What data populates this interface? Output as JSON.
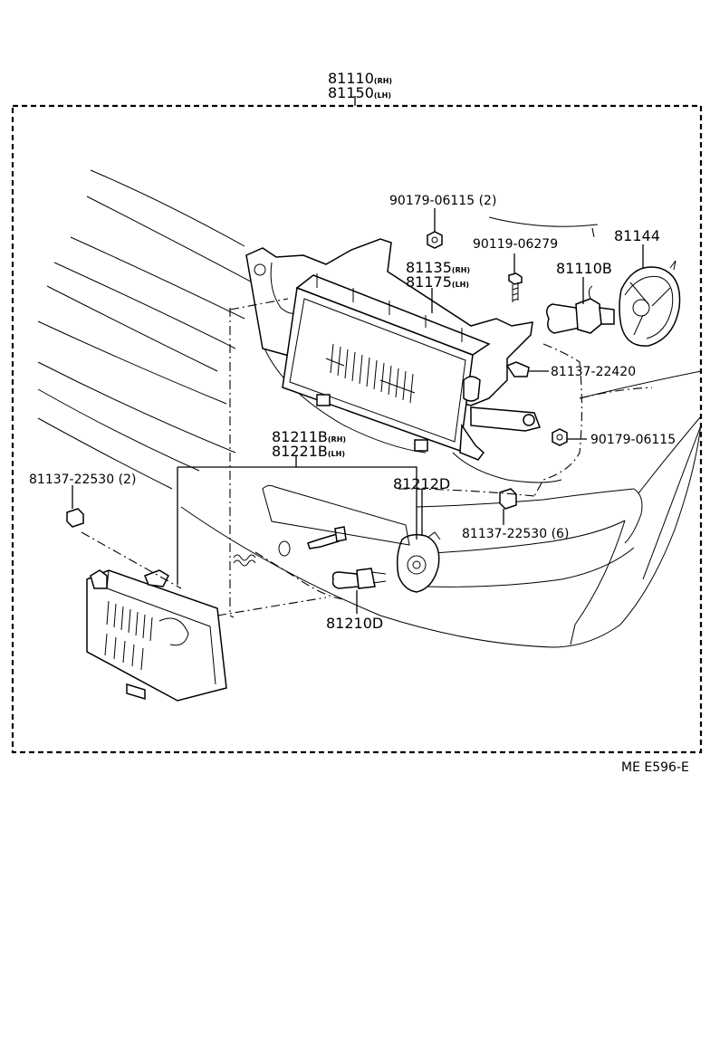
{
  "diagram": {
    "assembly": {
      "rh_code": "81110",
      "rh_suffix": "(RH)",
      "lh_code": "81150",
      "lh_suffix": "(LH)"
    },
    "parts": {
      "nut_top": "90179-06115 (2)",
      "screw": "90119-06279",
      "socket_cover": "81144",
      "bulb_main": "81110B",
      "unit_rh_code": "81135",
      "unit_rh_suffix": "(RH)",
      "unit_lh_code": "81175",
      "unit_lh_suffix": "(LH)",
      "clip_right": "81137-22420",
      "nut_right": "90179-06115",
      "lamp_rh_code": "81211B",
      "lamp_rh_suffix": "(RH)",
      "lamp_lh_code": "81221B",
      "lamp_lh_suffix": "(LH)",
      "socket": "81212D",
      "clip_left": "81137-22530 (2)",
      "clip_mid": "81137-22530 (6)",
      "bulb_small": "81210D"
    },
    "reference": "ME E596-E"
  }
}
